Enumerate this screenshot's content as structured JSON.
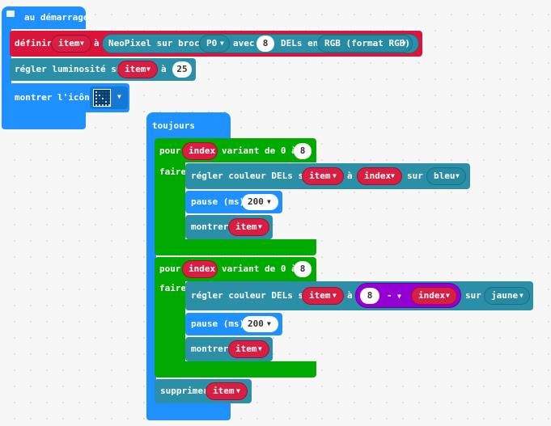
{
  "on_start": {
    "hat_label": "au démarrage",
    "set_var": {
      "label": "définir",
      "variable": "item",
      "to": "à",
      "neopixel_label": "NeoPixel sur broche",
      "pin": "P0",
      "with_label": "avec",
      "count": "8",
      "leds_in_label": "DELs en",
      "mode": "RGB (format RGB)"
    },
    "set_brightness": {
      "label": "régler luminosité sur",
      "variable": "item",
      "to": "à",
      "value": "25"
    },
    "show_icon": {
      "label": "montrer l'icône"
    }
  },
  "forever": {
    "hat_label": "toujours",
    "loop1": {
      "for_label": "pour",
      "index_var": "index",
      "range_label": "variant de 0 à",
      "end": "8",
      "do_label": "faire",
      "set_color": {
        "label": "régler couleur DELs sur",
        "strip": "item",
        "to": "à",
        "index": "index",
        "on_label": "sur",
        "color": "bleu"
      },
      "pause": {
        "label": "pause (ms)",
        "value": "200"
      },
      "show": {
        "label": "montrer",
        "strip": "item"
      }
    },
    "loop2": {
      "for_label": "pour",
      "index_var": "index",
      "range_label": "variant de 0 à",
      "end": "8",
      "do_label": "faire",
      "set_color": {
        "label": "régler couleur DELs sur",
        "strip": "item",
        "to": "à",
        "minuend": "8",
        "operator": "-",
        "index": "index",
        "on_label": "sur",
        "color": "jaune"
      },
      "pause": {
        "label": "pause (ms)",
        "value": "200"
      },
      "show": {
        "label": "montrer",
        "strip": "item"
      }
    },
    "clear": {
      "label": "supprimer",
      "strip": "item"
    }
  },
  "icons": {
    "hat": "comment-icon",
    "dropdown": "caret-down-icon",
    "led_icon": "led-matrix-icon"
  },
  "colors": {
    "basic": "#1e90ff",
    "variables": "#dc143c",
    "neopixel": "#2b8fa8",
    "loops": "#00aa00",
    "math": "#9400d3"
  }
}
